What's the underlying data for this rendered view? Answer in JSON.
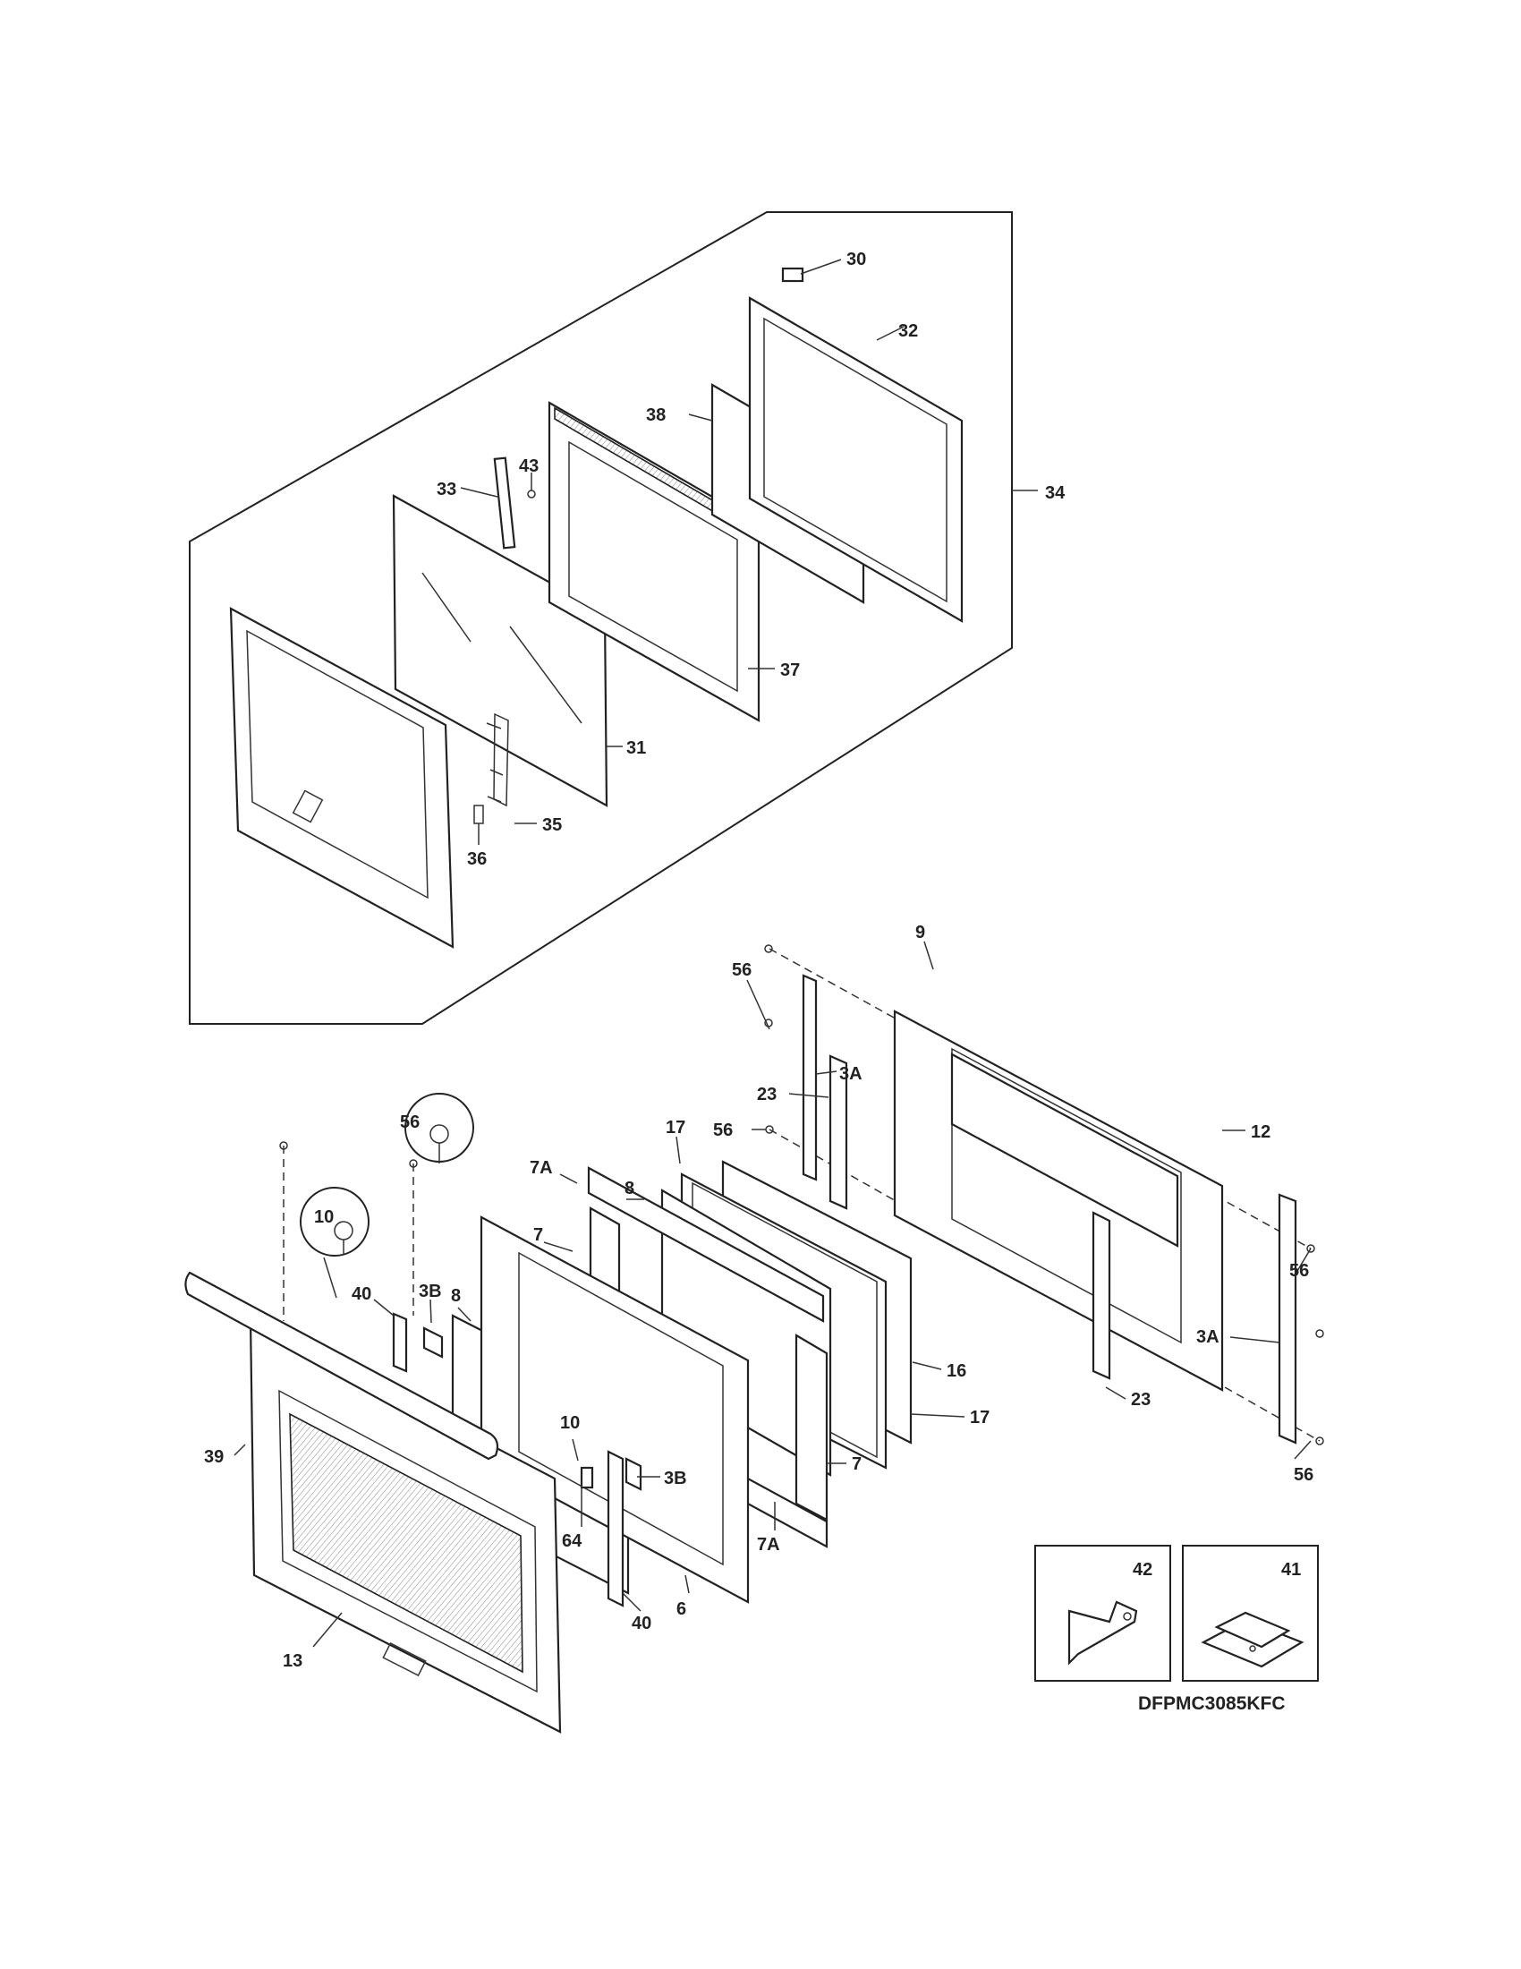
{
  "model": "DFPMC3085KFC",
  "parts": [
    {
      "id": "p30",
      "label": "30"
    },
    {
      "id": "p32",
      "label": "32"
    },
    {
      "id": "p38",
      "label": "38"
    },
    {
      "id": "p34",
      "label": "34"
    },
    {
      "id": "p43",
      "label": "43"
    },
    {
      "id": "p33",
      "label": "33"
    },
    {
      "id": "p37",
      "label": "37"
    },
    {
      "id": "p31",
      "label": "31"
    },
    {
      "id": "p35",
      "label": "35"
    },
    {
      "id": "p36",
      "label": "36"
    },
    {
      "id": "p9",
      "label": "9"
    },
    {
      "id": "p56a",
      "label": "56"
    },
    {
      "id": "p3Aa",
      "label": "3A"
    },
    {
      "id": "p23a",
      "label": "23"
    },
    {
      "id": "p17a",
      "label": "17"
    },
    {
      "id": "p56b",
      "label": "56"
    },
    {
      "id": "p12",
      "label": "12"
    },
    {
      "id": "p56c",
      "label": "56"
    },
    {
      "id": "p7Aa",
      "label": "7A"
    },
    {
      "id": "p8a",
      "label": "8"
    },
    {
      "id": "p7a",
      "label": "7"
    },
    {
      "id": "p10a",
      "label": "10"
    },
    {
      "id": "p8b",
      "label": "8"
    },
    {
      "id": "p40a",
      "label": "40"
    },
    {
      "id": "p3Ba",
      "label": "3B"
    },
    {
      "id": "p56d",
      "label": "56"
    },
    {
      "id": "p3Ab",
      "label": "3A"
    },
    {
      "id": "p16",
      "label": "16"
    },
    {
      "id": "p23b",
      "label": "23"
    },
    {
      "id": "p17b",
      "label": "17"
    },
    {
      "id": "p39",
      "label": "39"
    },
    {
      "id": "p10b",
      "label": "10"
    },
    {
      "id": "p3Bb",
      "label": "3B"
    },
    {
      "id": "p7b",
      "label": "7"
    },
    {
      "id": "p56e",
      "label": "56"
    },
    {
      "id": "p64",
      "label": "64"
    },
    {
      "id": "p7Ab",
      "label": "7A"
    },
    {
      "id": "p6",
      "label": "6"
    },
    {
      "id": "p40b",
      "label": "40"
    },
    {
      "id": "p13",
      "label": "13"
    },
    {
      "id": "p42",
      "label": "42"
    },
    {
      "id": "p41",
      "label": "41"
    }
  ]
}
